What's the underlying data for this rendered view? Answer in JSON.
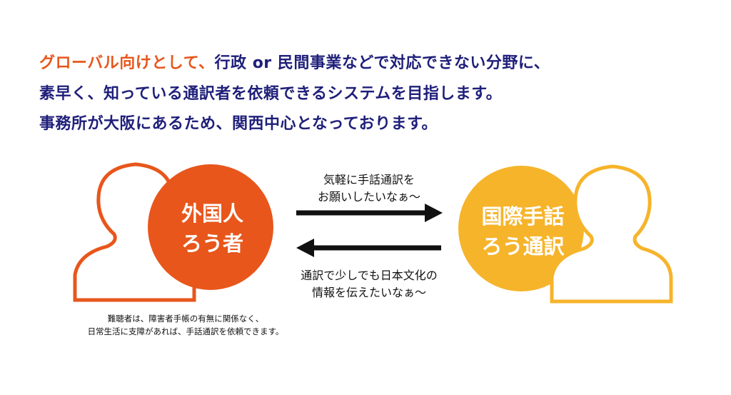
{
  "heading": {
    "line1_highlight": "グローバル向けとして、",
    "line1_rest": "行政 or 民間事業などで対応できない分野に、",
    "line2": "素早く、知っている通訳者を依頼できるシステムを目指します。",
    "line3": "事務所が大阪にあるため、関西中心となっております。"
  },
  "left_person": {
    "line1": "外国人",
    "line2": "ろう者"
  },
  "right_person": {
    "line1": "国際手話",
    "line2": "ろう通訳"
  },
  "arrow_right_msg": {
    "line1": "気軽に手話通訳を",
    "line2": "お願いしたいなぁ～"
  },
  "arrow_left_msg": {
    "line1": "通訳で少しでも日本文化の",
    "line2": "情報を伝えたいなぁ～"
  },
  "note": {
    "line1": "難聴者は、障害者手帳の有無に関係なく、",
    "line2": "日常生活に支障があれば、手話通訳を依頼できます。"
  },
  "colors": {
    "orange": "#e8561c",
    "navy": "#1f1f7a",
    "yellow": "#f6b42b"
  }
}
